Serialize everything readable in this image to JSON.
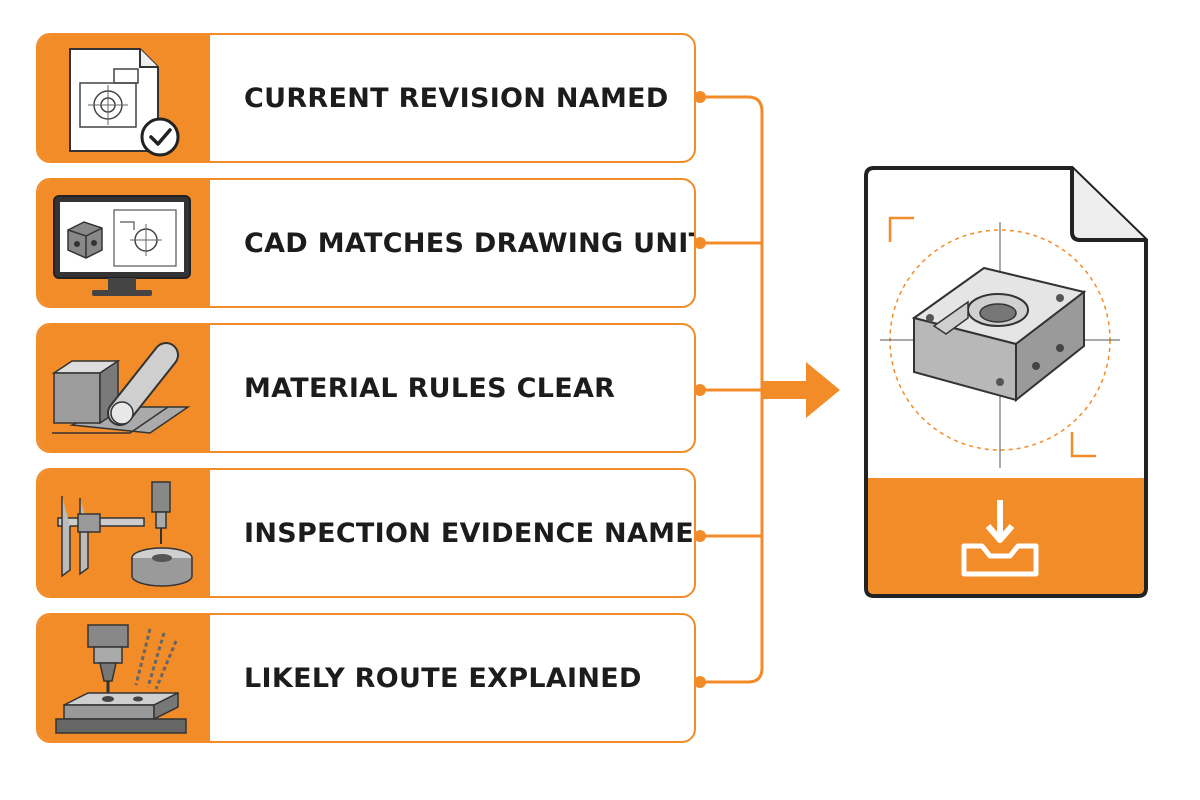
{
  "colors": {
    "accent": "#f28c28",
    "ink": "#1c1c1c"
  },
  "items": [
    {
      "label": "CURRENT REVISION NAMED",
      "icon": "drawing-checkmark-icon"
    },
    {
      "label": "CAD MATCHES DRAWING UNITS",
      "icon": "monitor-cad-icon"
    },
    {
      "label": "MATERIAL RULES CLEAR",
      "icon": "material-stock-icon"
    },
    {
      "label": "INSPECTION EVIDENCE NAMED",
      "icon": "caliper-gauge-icon"
    },
    {
      "label": "LIKELY ROUTE EXPLAINED",
      "icon": "cnc-spindle-icon"
    }
  ],
  "output": {
    "file_icon": "cad-part-file-icon",
    "download_icon": "download-tray-icon"
  }
}
